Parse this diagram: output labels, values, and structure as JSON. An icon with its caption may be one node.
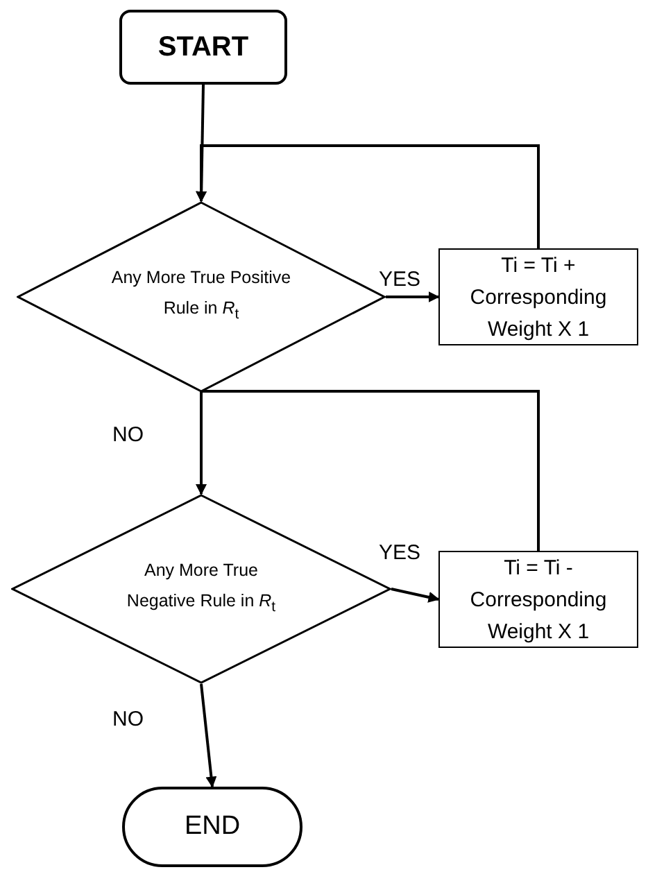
{
  "diagram": {
    "nodes": [
      {
        "text": [
          "START"
        ]
      },
      {
        "text": [
          "Any More True Positive Rule in *R*$_{t}$"
        ]
      },
      {
        "text": [
          "Ti = Ti + Corresponding Weight X 1"
        ]
      },
      {
        "text": [
          "Any More True Negative Rule in *R*$_{t}$"
        ]
      },
      {
        "text": [
          "Ti = Ti - Corresponding Weight X 1"
        ]
      },
      {
        "text": [
          "END"
        ]
      }
    ],
    "edges": [
      {
        "from": 0,
        "to": 1,
        "arrow": "to"
      },
      {
        "from": 1,
        "to": 2,
        "arrow": "to",
        "label": "YES"
      },
      {
        "from": 2,
        "to": 1,
        "arrow": "to"
      },
      {
        "from": 1,
        "to": 3,
        "arrow": "to",
        "label": "NO"
      },
      {
        "from": 4,
        "to": 3,
        "arrow": "to"
      },
      {
        "from": 3,
        "to": 4,
        "arrow": "to",
        "label": "YES"
      },
      {
        "from": 3,
        "to": 5,
        "arrow": "to",
        "label": "NO"
      }
    ]
  }
}
